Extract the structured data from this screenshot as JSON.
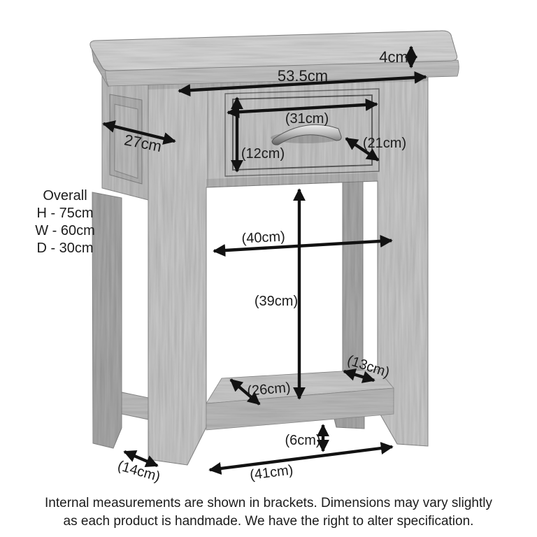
{
  "page": {
    "background": "#ffffff"
  },
  "colors": {
    "page_bg": "#ffffff",
    "arrow_color": "#121212",
    "text_color": "#1c1c1c",
    "wood_front": "#cccccc",
    "wood_side": "#c2c2c2",
    "wood_side_deep": "#b5b5b5",
    "wood_dark": "#ababab",
    "wood_mid": "#bfbfbf",
    "wood_drawer": "#cacaca",
    "wood_shelf_top": "#cdcdcd",
    "wood_shelf_front": "#bcbcbc",
    "wood_slab_top": "#d7d7d7",
    "wood_slab_front": "#c5c5c5",
    "wood_slab_end": "#b8b8b8",
    "handle_light": "#eeeeee",
    "handle_dark": "#5e5e5e"
  },
  "overall": {
    "title": "Overall",
    "height_label": "H - 75cm",
    "width_label": "W - 60cm",
    "depth_label": "D - 30cm"
  },
  "dimensions": {
    "top_thickness": "4cm",
    "top_width": "53.5cm",
    "side_depth": "27cm",
    "drawer_width": "(31cm)",
    "drawer_height": "(12cm)",
    "drawer_depth": "(21cm)",
    "opening_width": "(40cm)",
    "opening_height": "(39cm)",
    "shelf_depth": "(26cm)",
    "shelf_gap": "(13cm)",
    "shelf_ground_clearance": "(6cm)",
    "base_width": "(41cm)",
    "leg_depth": "(14cm)"
  },
  "footer": {
    "line1": "Internal measurements are shown in brackets. Dimensions may vary slightly",
    "line2": "as each product is handmade. We have the right to alter specification."
  }
}
